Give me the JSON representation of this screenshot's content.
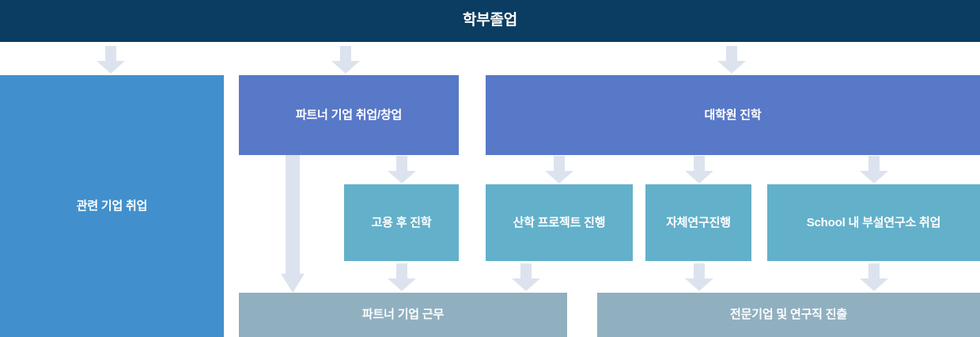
{
  "diagram": {
    "title": "학부졸업",
    "type": "career-path-flowchart",
    "colors": {
      "header": "#0b3c61",
      "level1_left": "#4190cd",
      "level2": "#5878c8",
      "level3": "#63b0ca",
      "level4": "#90b0c0",
      "arrow": "#dce3ee",
      "text": "#ffffff",
      "background": "#ffffff"
    },
    "nodes": {
      "header": {
        "label": "학부졸업"
      },
      "related_company": {
        "label": "관련 기업 취업"
      },
      "partner_company": {
        "label": "파트너 기업 취업/창업"
      },
      "graduate_school": {
        "label": "대학원 진학"
      },
      "study_after_employment": {
        "label": "고용 후 진학"
      },
      "industry_project": {
        "label": "산학 프로젝트 진행"
      },
      "own_research": {
        "label": "자체연구진행"
      },
      "school_institute": {
        "label": "School 내 부설연구소 취업"
      },
      "partner_work": {
        "label": "파트너 기업 근무"
      },
      "specialist_research": {
        "label": "전문기업 및 연구직 진출"
      }
    },
    "arrows": [
      {
        "name": "arrow-header-to-related-company",
        "icon": "arrow-down-icon"
      },
      {
        "name": "arrow-header-to-partner-company",
        "icon": "arrow-down-icon"
      },
      {
        "name": "arrow-header-to-graduate-school",
        "icon": "arrow-down-icon"
      },
      {
        "name": "arrow-partner-company-to-partner-work",
        "icon": "arrow-down-long-icon"
      },
      {
        "name": "arrow-partner-company-to-study-after-employment",
        "icon": "arrow-down-icon"
      },
      {
        "name": "arrow-graduate-school-to-industry-project",
        "icon": "arrow-down-icon"
      },
      {
        "name": "arrow-graduate-school-to-own-research",
        "icon": "arrow-down-icon"
      },
      {
        "name": "arrow-graduate-school-to-school-institute",
        "icon": "arrow-down-icon"
      },
      {
        "name": "arrow-study-after-employment-to-partner-work",
        "icon": "arrow-down-icon"
      },
      {
        "name": "arrow-industry-project-to-partner-work",
        "icon": "arrow-down-icon"
      },
      {
        "name": "arrow-own-research-to-specialist-research",
        "icon": "arrow-down-icon"
      },
      {
        "name": "arrow-school-institute-to-specialist-research",
        "icon": "arrow-down-icon"
      }
    ]
  }
}
